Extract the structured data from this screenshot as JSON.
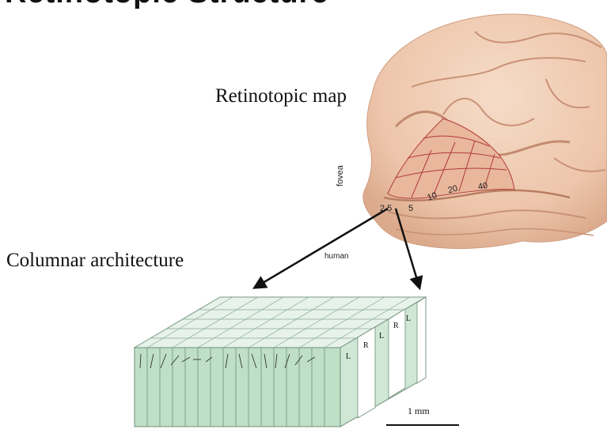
{
  "header": {
    "title_cut": "Retinotopic Structure"
  },
  "labels": {
    "retinotopic_map": "Retinotopic map",
    "columnar_architecture": "Columnar architecture",
    "human": "human",
    "fovea": "fovea",
    "scale_bar": "1 mm"
  },
  "eccentricities": [
    "2.5",
    "5",
    "10",
    "20",
    "40"
  ],
  "ocular_dominance": [
    "L",
    "R",
    "L",
    "R",
    "L"
  ],
  "colors": {
    "brain": "#efcab0",
    "brain_dark": "#d6a58a",
    "column_green": "#cfe7d4",
    "column_front": "#bfe0c6",
    "column_light": "#e6f2ea"
  }
}
